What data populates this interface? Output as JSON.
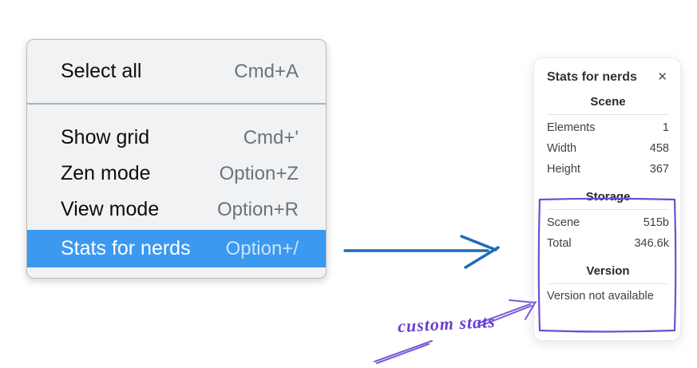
{
  "menu": {
    "items": [
      {
        "label": "Select all",
        "shortcut": "Cmd+A"
      },
      {
        "label": "Show grid",
        "shortcut": "Cmd+'"
      },
      {
        "label": "Zen mode",
        "shortcut": "Option+Z"
      },
      {
        "label": "View mode",
        "shortcut": "Option+R"
      },
      {
        "label": "Stats for nerds",
        "shortcut": "Option+/"
      }
    ],
    "highlighted_item": "Stats for nerds",
    "highlight_color": "#3b99f0"
  },
  "stats_panel": {
    "title": "Stats for nerds",
    "close_icon": "✕",
    "scene_section": {
      "heading": "Scene",
      "rows": [
        {
          "label": "Elements",
          "value": "1"
        },
        {
          "label": "Width",
          "value": "458"
        },
        {
          "label": "Height",
          "value": "367"
        }
      ]
    },
    "storage_section": {
      "heading": "Storage",
      "rows": [
        {
          "label": "Scene",
          "value": "515b"
        },
        {
          "label": "Total",
          "value": "346.6k"
        }
      ]
    },
    "version_section": {
      "heading": "Version",
      "note": "Version not available"
    }
  },
  "annotations": {
    "label": "custom stats",
    "flow_arrow_color": "#1c6bb8",
    "highlight_color": "#6d4ed1"
  }
}
